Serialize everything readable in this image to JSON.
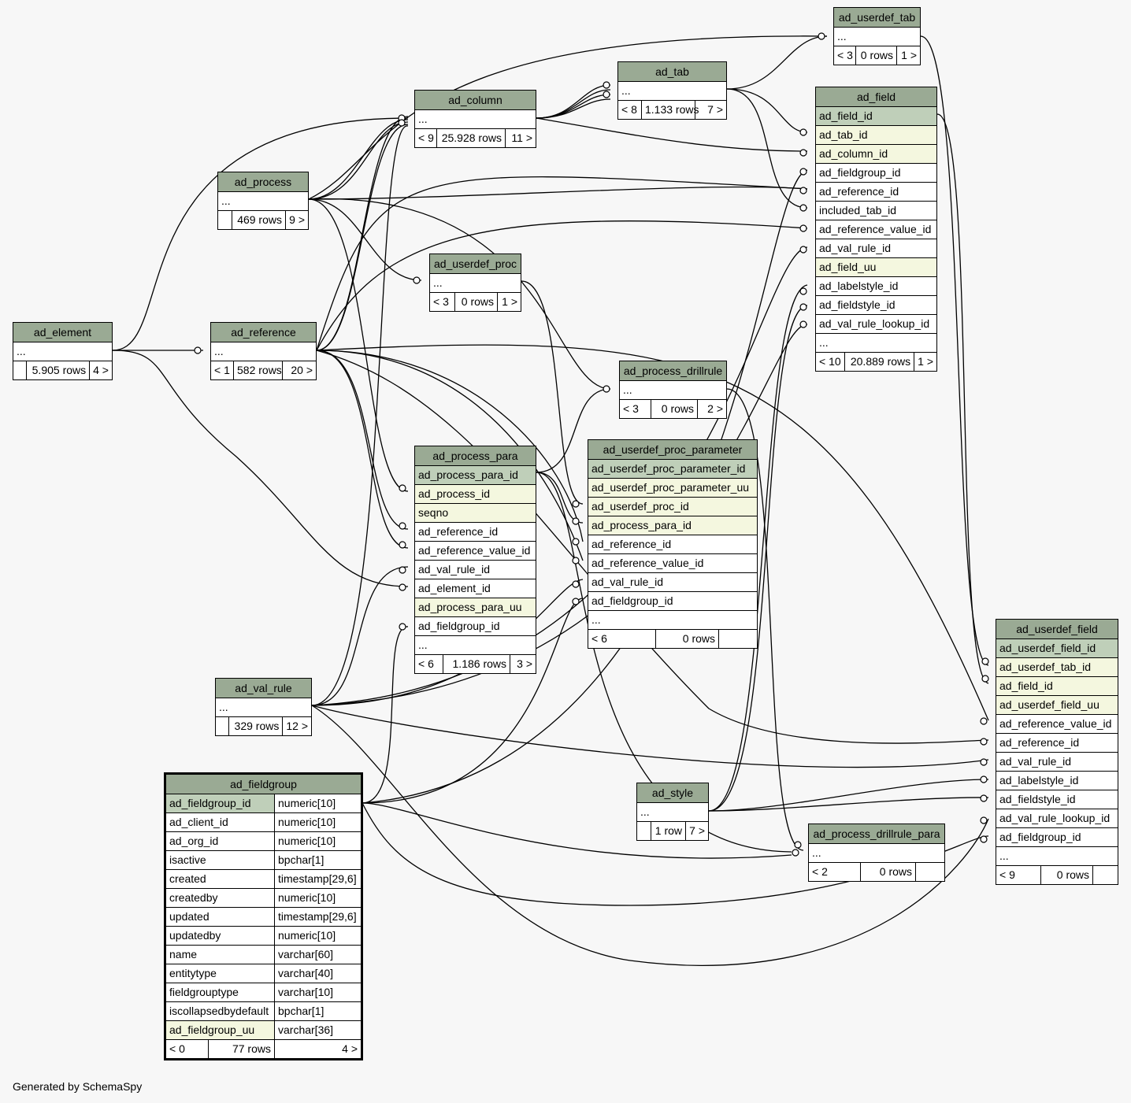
{
  "footer": "Generated by SchemaSpy",
  "tables": {
    "ad_userdef_tab": {
      "name": "ad_userdef_tab",
      "rows": [
        [
          "...",
          "plain"
        ]
      ],
      "footer": [
        "< 3",
        "0 rows",
        "1 >"
      ]
    },
    "ad_tab": {
      "name": "ad_tab",
      "rows": [
        [
          "...",
          "plain"
        ]
      ],
      "footer": [
        "< 8",
        "1.133 rows",
        "7 >"
      ]
    },
    "ad_column": {
      "name": "ad_column",
      "rows": [
        [
          "...",
          "plain"
        ]
      ],
      "footer": [
        "< 9",
        "25.928 rows",
        "11 >"
      ]
    },
    "ad_field": {
      "name": "ad_field",
      "rows": [
        [
          "ad_field_id",
          "pk"
        ],
        [
          "ad_tab_id",
          "fk"
        ],
        [
          "ad_column_id",
          "fk"
        ],
        [
          "ad_fieldgroup_id",
          "plain"
        ],
        [
          "ad_reference_id",
          "plain"
        ],
        [
          "included_tab_id",
          "plain"
        ],
        [
          "ad_reference_value_id",
          "plain"
        ],
        [
          "ad_val_rule_id",
          "plain"
        ],
        [
          "ad_field_uu",
          "fk"
        ],
        [
          "ad_labelstyle_id",
          "plain"
        ],
        [
          "ad_fieldstyle_id",
          "plain"
        ],
        [
          "ad_val_rule_lookup_id",
          "plain"
        ],
        [
          "...",
          "plain"
        ]
      ],
      "footer": [
        "< 10",
        "20.889 rows",
        "1 >"
      ]
    },
    "ad_process": {
      "name": "ad_process",
      "rows": [
        [
          "...",
          "plain"
        ]
      ],
      "footer": [
        "",
        "469 rows",
        "9 >"
      ]
    },
    "ad_userdef_proc": {
      "name": "ad_userdef_proc",
      "rows": [
        [
          "...",
          "plain"
        ]
      ],
      "footer": [
        "< 3",
        "0 rows",
        "1 >"
      ]
    },
    "ad_element": {
      "name": "ad_element",
      "rows": [
        [
          "...",
          "plain"
        ]
      ],
      "footer": [
        "",
        "5.905 rows",
        "4 >"
      ]
    },
    "ad_reference": {
      "name": "ad_reference",
      "rows": [
        [
          "...",
          "plain"
        ]
      ],
      "footer": [
        "< 1",
        "582 rows",
        "20 >"
      ]
    },
    "ad_process_drillrule": {
      "name": "ad_process_drillrule",
      "rows": [
        [
          "...",
          "plain"
        ]
      ],
      "footer": [
        "< 3",
        "0 rows",
        "2 >"
      ]
    },
    "ad_process_para": {
      "name": "ad_process_para",
      "rows": [
        [
          "ad_process_para_id",
          "pk"
        ],
        [
          "ad_process_id",
          "fk"
        ],
        [
          "seqno",
          "fk"
        ],
        [
          "ad_reference_id",
          "plain"
        ],
        [
          "ad_reference_value_id",
          "plain"
        ],
        [
          "ad_val_rule_id",
          "plain"
        ],
        [
          "ad_element_id",
          "plain"
        ],
        [
          "ad_process_para_uu",
          "fk"
        ],
        [
          "ad_fieldgroup_id",
          "plain"
        ],
        [
          "...",
          "plain"
        ]
      ],
      "footer": [
        "< 6",
        "1.186 rows",
        "3 >"
      ]
    },
    "ad_userdef_proc_parameter": {
      "name": "ad_userdef_proc_parameter",
      "rows": [
        [
          "ad_userdef_proc_parameter_id",
          "pk"
        ],
        [
          "ad_userdef_proc_parameter_uu",
          "fk"
        ],
        [
          "ad_userdef_proc_id",
          "fk"
        ],
        [
          "ad_process_para_id",
          "fk"
        ],
        [
          "ad_reference_id",
          "plain"
        ],
        [
          "ad_reference_value_id",
          "plain"
        ],
        [
          "ad_val_rule_id",
          "plain"
        ],
        [
          "ad_fieldgroup_id",
          "plain"
        ],
        [
          "...",
          "plain"
        ]
      ],
      "footer": [
        "< 6",
        "0 rows",
        ""
      ]
    },
    "ad_val_rule": {
      "name": "ad_val_rule",
      "rows": [
        [
          "...",
          "plain"
        ]
      ],
      "footer": [
        "",
        "329 rows",
        "12 >"
      ]
    },
    "ad_style": {
      "name": "ad_style",
      "rows": [
        [
          "...",
          "plain"
        ]
      ],
      "footer": [
        "",
        "1 row",
        "7 >"
      ]
    },
    "ad_process_drillrule_para": {
      "name": "ad_process_drillrule_para",
      "rows": [
        [
          "...",
          "plain"
        ]
      ],
      "footer": [
        "< 2",
        "0 rows",
        ""
      ]
    },
    "ad_userdef_field": {
      "name": "ad_userdef_field",
      "rows": [
        [
          "ad_userdef_field_id",
          "pk"
        ],
        [
          "ad_userdef_tab_id",
          "fk"
        ],
        [
          "ad_field_id",
          "fk"
        ],
        [
          "ad_userdef_field_uu",
          "fk"
        ],
        [
          "ad_reference_value_id",
          "plain"
        ],
        [
          "ad_reference_id",
          "plain"
        ],
        [
          "ad_val_rule_id",
          "plain"
        ],
        [
          "ad_labelstyle_id",
          "plain"
        ],
        [
          "ad_fieldstyle_id",
          "plain"
        ],
        [
          "ad_val_rule_lookup_id",
          "plain"
        ],
        [
          "ad_fieldgroup_id",
          "plain"
        ],
        [
          "...",
          "plain"
        ]
      ],
      "footer": [
        "< 9",
        "0 rows",
        ""
      ]
    }
  },
  "ad_fieldgroup": {
    "name": "ad_fieldgroup",
    "columns": [
      [
        "ad_fieldgroup_id",
        "numeric[10]",
        "pk"
      ],
      [
        "ad_client_id",
        "numeric[10]",
        "plain"
      ],
      [
        "ad_org_id",
        "numeric[10]",
        "plain"
      ],
      [
        "isactive",
        "bpchar[1]",
        "plain"
      ],
      [
        "created",
        "timestamp[29,6]",
        "plain"
      ],
      [
        "createdby",
        "numeric[10]",
        "plain"
      ],
      [
        "updated",
        "timestamp[29,6]",
        "plain"
      ],
      [
        "updatedby",
        "numeric[10]",
        "plain"
      ],
      [
        "name",
        "varchar[60]",
        "plain"
      ],
      [
        "entitytype",
        "varchar[40]",
        "plain"
      ],
      [
        "fieldgrouptype",
        "varchar[10]",
        "plain"
      ],
      [
        "iscollapsedbydefault",
        "bpchar[1]",
        "plain"
      ],
      [
        "ad_fieldgroup_uu",
        "varchar[36]",
        "fk"
      ]
    ],
    "footer": [
      "< 0",
      "77 rows",
      "4 >"
    ]
  }
}
